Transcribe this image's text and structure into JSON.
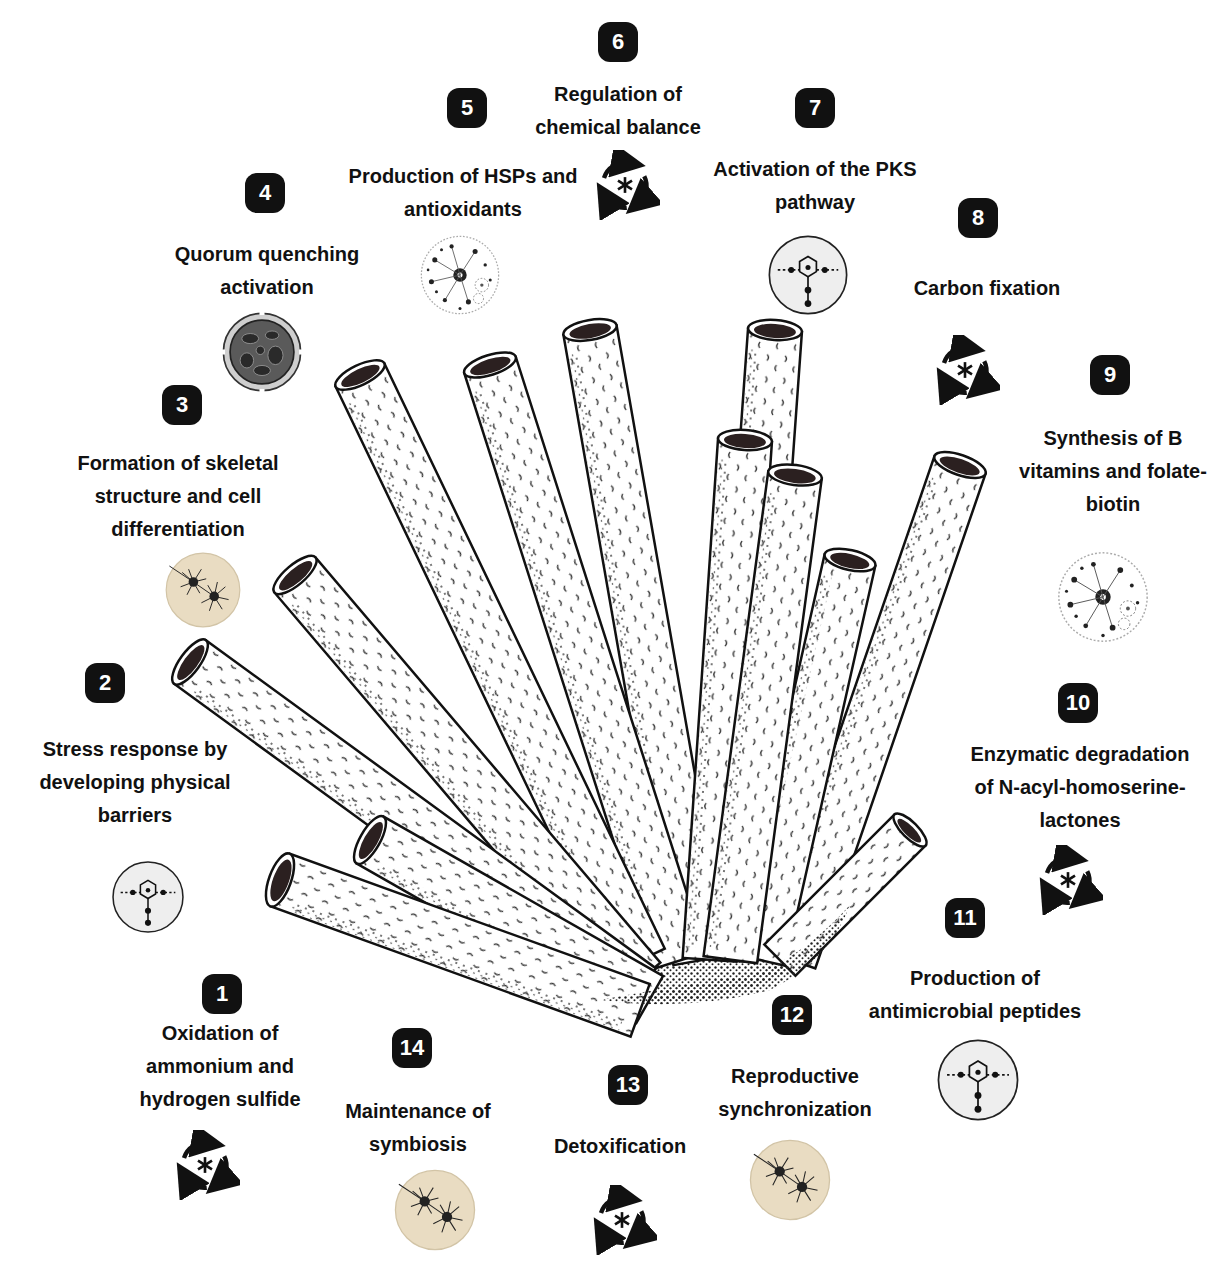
{
  "diagram": {
    "nodes": [
      {
        "text": [
          "1",
          "Oxidation of ammonium and hydrogen sulfide"
        ]
      },
      {
        "text": [
          "2",
          "Stress response by developing physical barriers"
        ]
      },
      {
        "text": [
          "3",
          "Formation of skeletal structure and cell differentiation"
        ]
      },
      {
        "text": [
          "4",
          "Quorum quenching activation"
        ]
      },
      {
        "text": [
          "5",
          "Production of HSPs and antioxidants"
        ]
      },
      {
        "text": [
          "6",
          "Regulation of chemical balance"
        ]
      },
      {
        "text": [
          "7",
          "Activation of the PKS pathway"
        ]
      },
      {
        "text": [
          "8",
          "Carbon fixation"
        ]
      },
      {
        "text": [
          "9",
          "Synthesis of B vitamins and folate-biotin"
        ]
      },
      {
        "text": [
          "10",
          "Enzymatic degradation of N-acyl-homoserine-lactones"
        ]
      },
      {
        "text": [
          "11",
          "Production of antimicrobial peptides"
        ]
      },
      {
        "text": [
          "12",
          "Reproductive synchronization"
        ]
      },
      {
        "text": [
          "13",
          "Detoxification"
        ]
      },
      {
        "text": [
          "14",
          "Maintenance of symbiosis"
        ]
      }
    ]
  }
}
